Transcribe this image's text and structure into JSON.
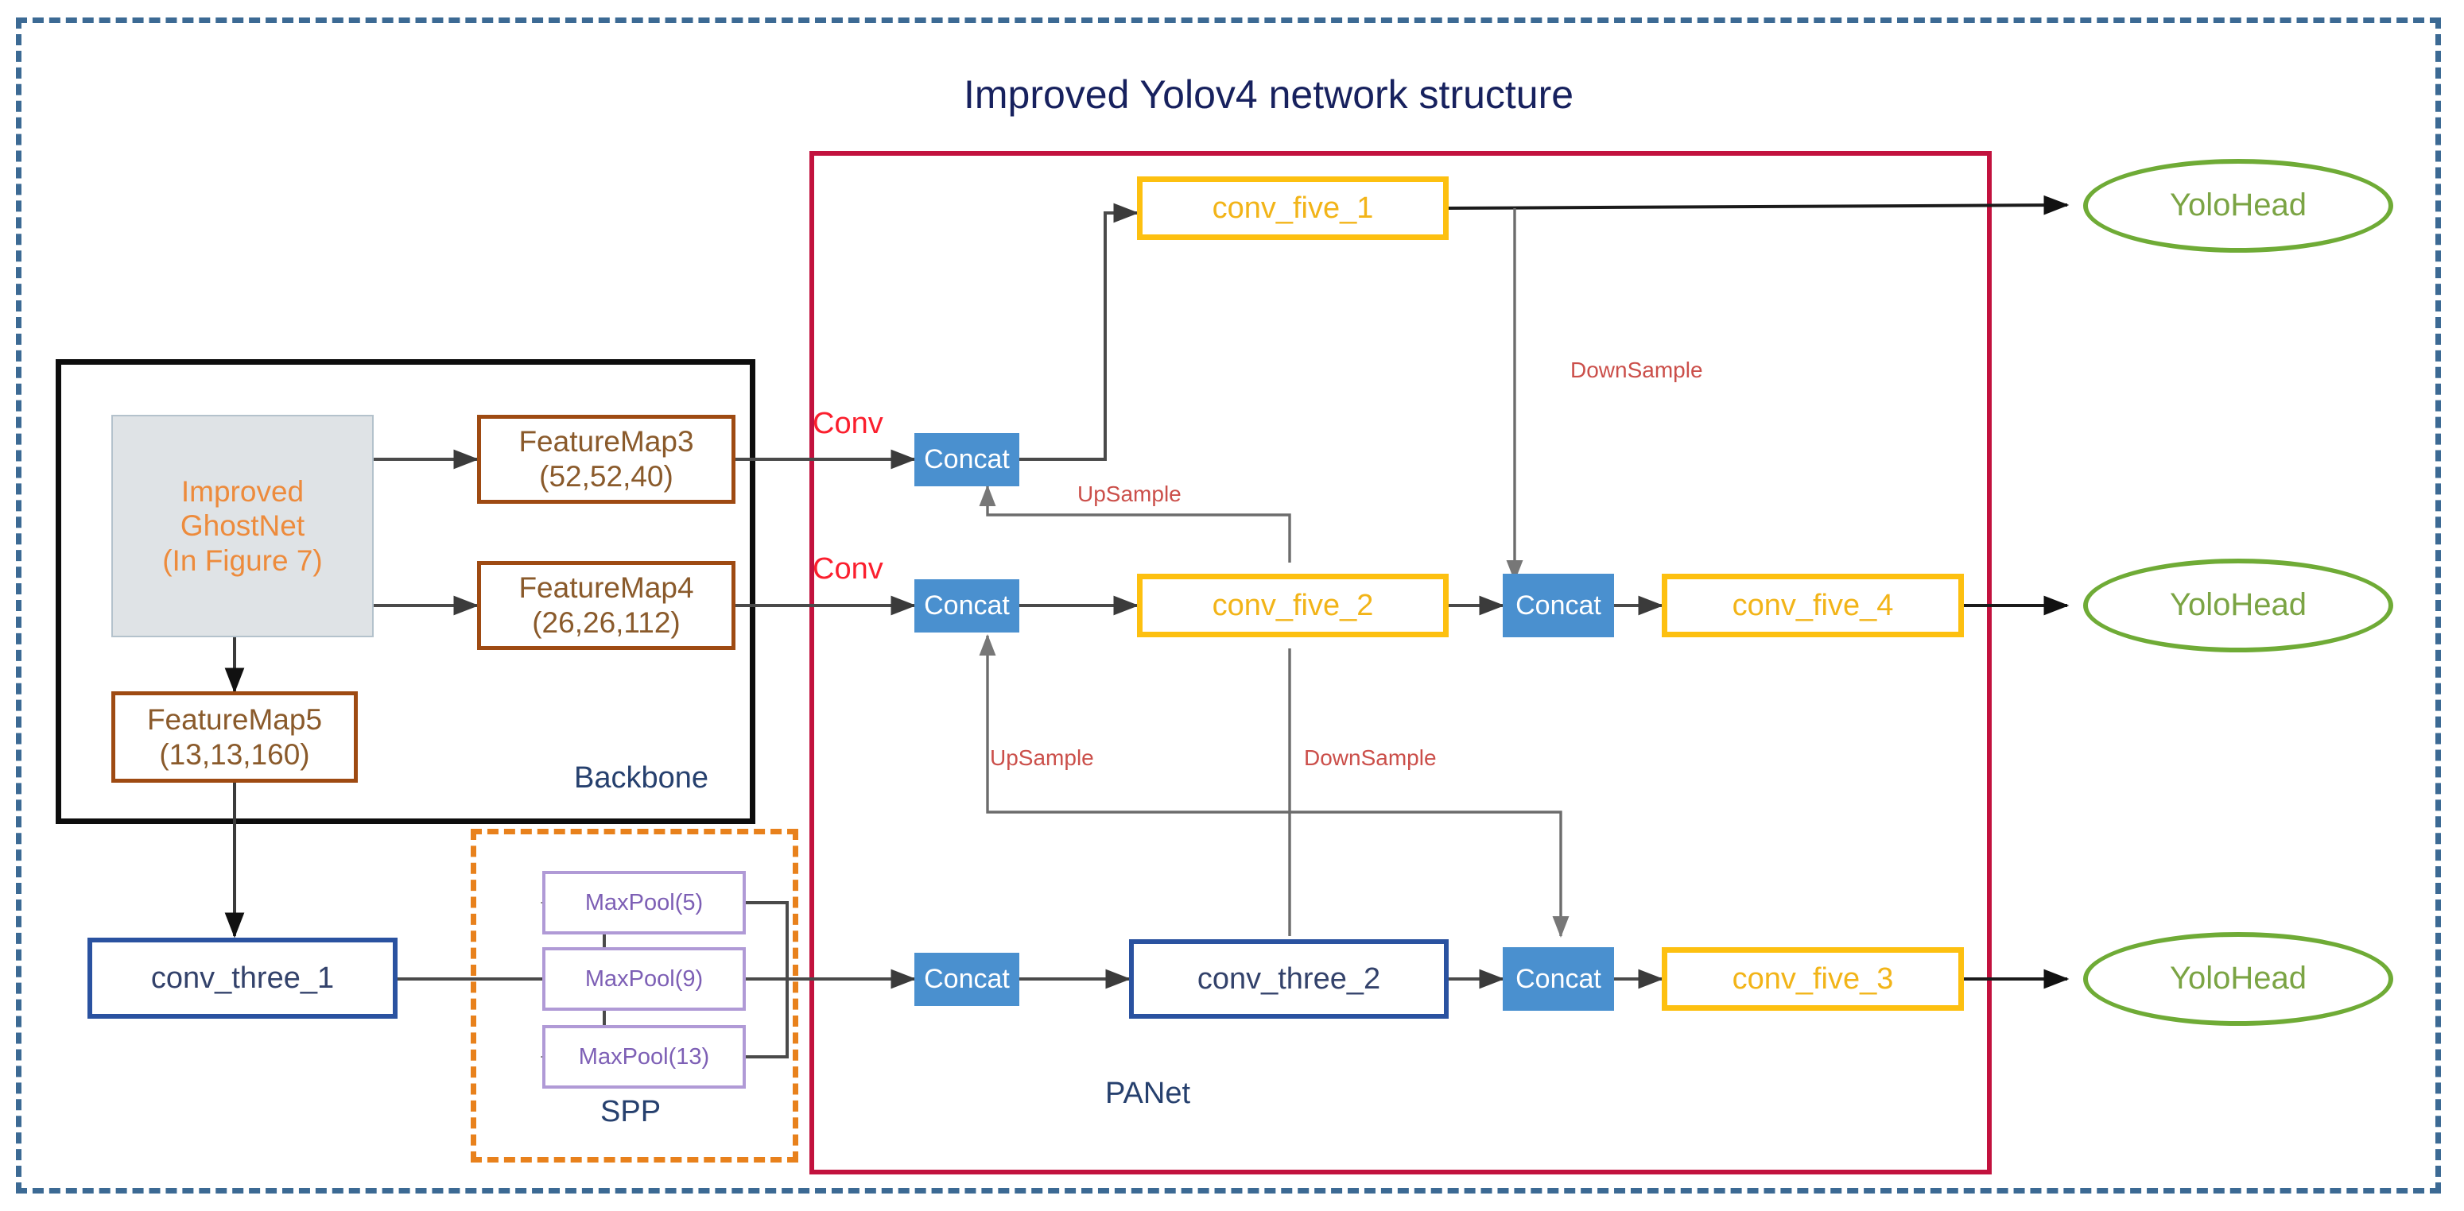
{
  "title": "Improved Yolov4 network structure",
  "groups": {
    "backbone": "Backbone",
    "spp": "SPP",
    "panet": "PANet"
  },
  "colors": {
    "outer_border": "#3c6a94",
    "backbone_border": "#0d0d0d",
    "spp_border": "#e8811c",
    "panet_border": "#c2123e",
    "concat_fill": "#4a90cf",
    "conv_five_border": "#fdc010",
    "conv_three_border": "#2a52a0",
    "feature_map_border": "#9e4a12",
    "yolohead_border": "#6fab36",
    "maxpool_border": "#b09ad6",
    "conv_label": "#fb1f2e",
    "sample_label": "#cb4f4a",
    "title_text": "#17215e",
    "ghostnet_fill": "#dfe3e6",
    "ghostnet_text": "#ed8b3c"
  },
  "backbone_nodes": {
    "ghostnet": "Improved\nGhostNet\n(In Figure 7)",
    "feature_map_3": "FeatureMap3\n(52,52,40)",
    "feature_map_4": "FeatureMap4\n(26,26,112)",
    "feature_map_5": "FeatureMap5\n(13,13,160)"
  },
  "spp_nodes": {
    "maxpool_5": "MaxPool(5)",
    "maxpool_9": "MaxPool(9)",
    "maxpool_13": "MaxPool(13)"
  },
  "neck_nodes": {
    "conv_three_1": "conv_three_1",
    "conv_three_2": "conv_three_2",
    "conv_five_1": "conv_five_1",
    "conv_five_2": "conv_five_2",
    "conv_five_3": "conv_five_3",
    "conv_five_4": "conv_five_4",
    "concat_top": "Concat",
    "concat_mid": "Concat",
    "concat_bottom": "Concat",
    "concat_down_mid": "Concat",
    "concat_down_bottom": "Concat"
  },
  "heads": {
    "head_1": "YoloHead",
    "head_2": "YoloHead",
    "head_3": "YoloHead"
  },
  "edge_labels": {
    "conv_top": "Conv",
    "conv_mid": "Conv",
    "downsample_top": "DownSample",
    "upsample_top": "UpSample",
    "upsample_bottom": "UpSample",
    "downsample_bottom": "DownSample"
  }
}
